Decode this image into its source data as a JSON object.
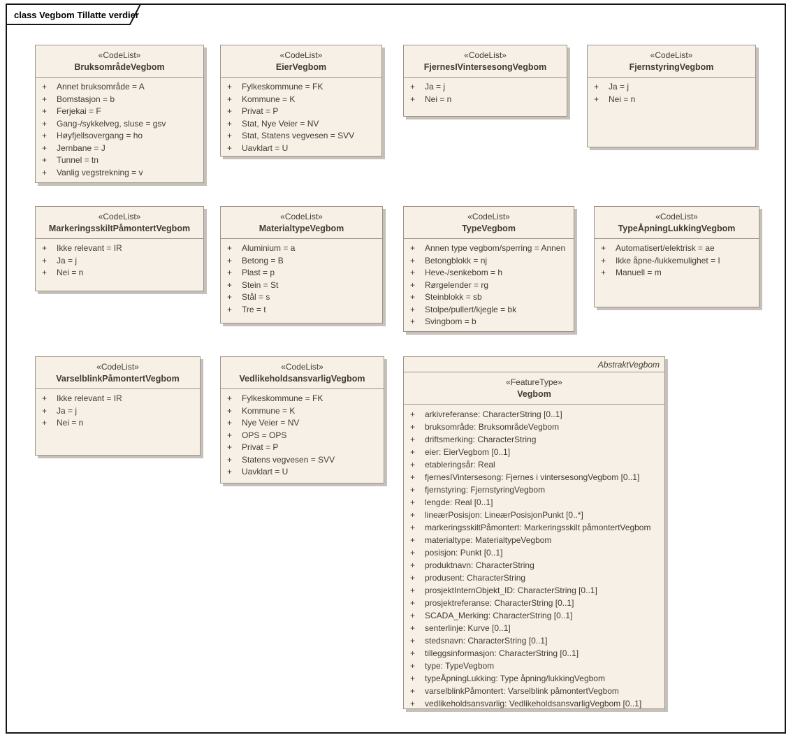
{
  "frame": {
    "title": "class Vegbom Tillatte verdier"
  },
  "visibility_symbol": "+",
  "colors": {
    "box_fill": "#f7f0e6",
    "box_border": "#9e9288",
    "text": "#433b2f",
    "frame_border": "#161616",
    "shadow": "#c6c1b8"
  },
  "classes": [
    {
      "stereotype": "«CodeList»",
      "name": "BruksområdeVegbom",
      "items": [
        "Annet bruksområde = A",
        "Bomstasjon = b",
        "Ferjekai = F",
        "Gang-/sykkelveg, sluse = gsv",
        "Høyfjellsovergang = ho",
        "Jernbane = J",
        "Tunnel = tn",
        "Vanlig vegstrekning = v"
      ]
    },
    {
      "stereotype": "«CodeList»",
      "name": "EierVegbom",
      "items": [
        "Fylkeskommune = FK",
        "Kommune = K",
        "Privat = P",
        "Stat, Nye Veier = NV",
        "Stat, Statens vegvesen = SVV",
        "Uavklart = U"
      ]
    },
    {
      "stereotype": "«CodeList»",
      "name": "FjernesIVintersesongVegbom",
      "items": [
        "Ja = j",
        "Nei = n"
      ]
    },
    {
      "stereotype": "«CodeList»",
      "name": "FjernstyringVegbom",
      "items": [
        "Ja = j",
        "Nei = n"
      ]
    },
    {
      "stereotype": "«CodeList»",
      "name": "MarkeringsskiltPåmontertVegbom",
      "items": [
        "Ikke relevant = IR",
        "Ja = j",
        "Nei = n"
      ]
    },
    {
      "stereotype": "«CodeList»",
      "name": "MaterialtypeVegbom",
      "items": [
        "Aluminium = a",
        "Betong = B",
        "Plast = p",
        "Stein = St",
        "Stål = s",
        "Tre = t"
      ]
    },
    {
      "stereotype": "«CodeList»",
      "name": "TypeVegbom",
      "items": [
        "Annen type vegbom/sperring = Annen",
        "Betongblokk = nj",
        "Heve-/senkebom = h",
        "Rørgelender = rg",
        "Steinblokk = sb",
        "Stolpe/pullert/kjegle = bk",
        "Svingbom = b"
      ]
    },
    {
      "stereotype": "«CodeList»",
      "name": "TypeÅpningLukkingVegbom",
      "items": [
        "Automatisert/elektrisk = ae",
        "Ikke åpne-/lukkemulighet = I",
        "Manuell = m"
      ]
    },
    {
      "stereotype": "«CodeList»",
      "name": "VarselblinkPåmontertVegbom",
      "items": [
        "Ikke relevant = IR",
        "Ja = j",
        "Nei = n"
      ]
    },
    {
      "stereotype": "«CodeList»",
      "name": "VedlikeholdsansvarligVegbom",
      "items": [
        "Fylkeskommune = FK",
        "Kommune = K",
        "Nye Veier = NV",
        "OPS = OPS",
        "Privat = P",
        "Statens vegvesen = SVV",
        "Uavklart = U"
      ]
    },
    {
      "abstract_label": "AbstraktVegbom",
      "stereotype": "«FeatureType»",
      "name": "Vegbom",
      "items": [
        "arkivreferanse: CharacterString [0..1]",
        "bruksområde: BruksområdeVegbom",
        "driftsmerking: CharacterString",
        "eier: EierVegbom [0..1]",
        "etableringsår: Real",
        "fjernesIVintersesong: Fjernes i vintersesongVegbom [0..1]",
        "fjernstyring: FjernstyringVegbom",
        "lengde: Real [0..1]",
        "lineærPosisjon: LineærPosisjonPunkt [0..*]",
        "markeringsskiltPåmontert: Markeringsskilt påmontertVegbom",
        "materialtype: MaterialtypeVegbom",
        "posisjon: Punkt [0..1]",
        "produktnavn: CharacterString",
        "produsent: CharacterString",
        "prosjektInternObjekt_ID: CharacterString [0..1]",
        "prosjektreferanse: CharacterString [0..1]",
        "SCADA_Merking: CharacterString [0..1]",
        "senterlinje: Kurve [0..1]",
        "stedsnavn: CharacterString [0..1]",
        "tilleggsinformasjon: CharacterString [0..1]",
        "type: TypeVegbom",
        "typeÅpningLukking: Type åpning/lukkingVegbom",
        "varselblinkPåmontert: Varselblink påmontertVegbom",
        "vedlikeholdsansvarlig: VedlikeholdsansvarligVegbom [0..1]"
      ]
    }
  ]
}
